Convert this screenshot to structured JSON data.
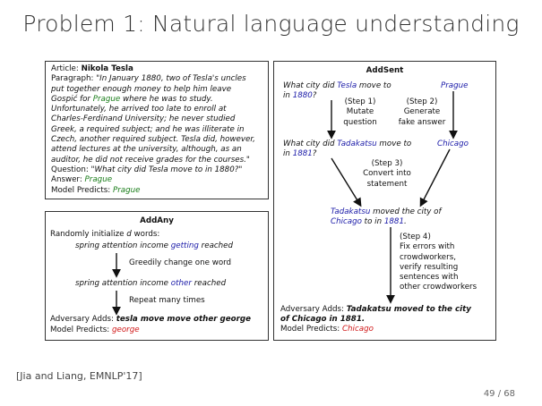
{
  "title": "Problem 1: Natural language understanding",
  "article_box": {
    "line1_label": "Article: ",
    "line1_title": "Nikola Tesla",
    "para_label": "Paragraph: ",
    "para_line1": "\"In January 1880, two of Tesla's uncles",
    "para_line2": "put together enough money to help him leave",
    "para_line3a": "Gospić for ",
    "para_line3_city": "Prague",
    "para_line3b": " where he was to study.",
    "para_line4": "Unfortunately, he arrived too late to enroll at",
    "para_line5": "Charles-Ferdinand University; he never studied",
    "para_line6": "Greek, a required subject; and he was illiterate in",
    "para_line7": "Czech, another required subject. Tesla did, however,",
    "para_line8": "attend lectures at the university, although, as an",
    "para_line9": "auditor, he did not receive grades for the courses.\"",
    "question_label": "Question: ",
    "question": "\"What city did Tesla move to in 1880?\"",
    "answer_label": "Answer: ",
    "answer": "Prague",
    "predict_label": "Model Predicts: ",
    "predict": "Prague"
  },
  "addany_box": {
    "heading": "AddAny",
    "init_a": "Randomly initialize ",
    "init_d": "d",
    "init_b": " words:",
    "seq1_a": "spring attention income ",
    "seq1_w": "getting",
    "seq1_b": " reached",
    "step_greedy": "Greedily change one word",
    "seq2_a": "spring attention income ",
    "seq2_w": "other",
    "seq2_b": " reached",
    "step_repeat": "Repeat many times",
    "adds_label": "Adversary Adds: ",
    "adds": "tesla move move other george",
    "predict_label": "Model Predicts: ",
    "predict": "george"
  },
  "addsent_box": {
    "heading": "AddSent",
    "q1_a": "What city did ",
    "q1_tesla": "Tesla",
    "q1_b": " move to",
    "q1_c": "in ",
    "q1_year": "1880",
    "q1_d": "?",
    "ans1": "Prague",
    "step1_l1": "(Step 1)",
    "step1_l2": "Mutate",
    "step1_l3": "question",
    "step2_l1": "(Step 2)",
    "step2_l2": "Generate",
    "step2_l3": "fake answer",
    "q2_a": "What city did ",
    "q2_name": "Tadakatsu",
    "q2_b": " move to",
    "q2_c": "in ",
    "q2_year": "1881",
    "q2_d": "?",
    "ans2": "Chicago",
    "step3_l1": "(Step 3)",
    "step3_l2": "Convert into",
    "step3_l3": "statement",
    "stmt_name": "Tadakatsu",
    "stmt_a": " moved the city of",
    "stmt_city": "Chicago",
    "stmt_b": " to in ",
    "stmt_year": "1881",
    "stmt_c": ".",
    "step4_l1": "(Step 4)",
    "step4_l2": "Fix errors with",
    "step4_l3": "crowdworkers,",
    "step4_l4": "verify resulting",
    "step4_l5": "sentences with",
    "step4_l6": "other crowdworkers",
    "adds_label": "Adversary Adds: ",
    "adds_l1": "Tadakatsu moved to the city",
    "adds_l2": "of Chicago in 1881.",
    "predict_label": "Model Predicts: ",
    "predict": "Chicago"
  },
  "citation": "[Jia and Liang, EMNLP'17]",
  "page_number": "49 / 68",
  "colors": {
    "answer_green": "#1a7d1a",
    "predict_red": "#d01818",
    "highlight_blue": "#1a1aa8"
  }
}
